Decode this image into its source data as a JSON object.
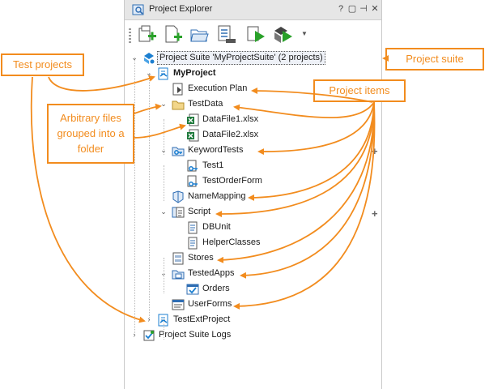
{
  "window": {
    "title": "Project Explorer",
    "controls": [
      "?",
      "▢",
      "⊣",
      "✕"
    ]
  },
  "toolbar": {
    "buttons": [
      {
        "name": "add-new-item",
        "icon": "project-add-icon"
      },
      {
        "name": "add-new-project",
        "icon": "document-add-icon"
      },
      {
        "name": "add-existing-project",
        "icon": "folder-open-icon"
      },
      {
        "name": "project-properties",
        "icon": "list-icon"
      },
      {
        "name": "run-project",
        "icon": "run-icon"
      },
      {
        "name": "run-suite",
        "icon": "run-suite-icon"
      }
    ]
  },
  "tree": [
    {
      "label": "Project Suite 'MyProjectSuite' (2 projects)",
      "level": 0,
      "toggle": "⌄",
      "icon": "project-suite-icon",
      "selected": true
    },
    {
      "label": "MyProject",
      "level": 1,
      "toggle": "⌄",
      "icon": "project-icon",
      "bold": true
    },
    {
      "label": "Execution Plan",
      "level": 2,
      "toggle": "",
      "icon": "execution-plan-icon"
    },
    {
      "label": "TestData",
      "level": 2,
      "toggle": "⌄",
      "icon": "folder-icon"
    },
    {
      "label": "DataFile1.xlsx",
      "level": 3,
      "toggle": "",
      "icon": "excel-file-icon"
    },
    {
      "label": "DataFile2.xlsx",
      "level": 3,
      "toggle": "",
      "icon": "excel-file-icon"
    },
    {
      "label": "KeywordTests",
      "level": 2,
      "toggle": "⌄",
      "icon": "keyword-tests-icon"
    },
    {
      "label": "Test1",
      "level": 3,
      "toggle": "",
      "icon": "keyword-test-icon"
    },
    {
      "label": "TestOrderForm",
      "level": 3,
      "toggle": "",
      "icon": "keyword-test-icon"
    },
    {
      "label": "NameMapping",
      "level": 2,
      "toggle": "",
      "icon": "name-mapping-icon"
    },
    {
      "label": "Script",
      "level": 2,
      "toggle": "⌄",
      "icon": "script-icon"
    },
    {
      "label": "DBUnit",
      "level": 3,
      "toggle": "",
      "icon": "script-unit-icon"
    },
    {
      "label": "HelperClasses",
      "level": 3,
      "toggle": "",
      "icon": "script-unit-icon"
    },
    {
      "label": "Stores",
      "level": 2,
      "toggle": "",
      "icon": "stores-icon"
    },
    {
      "label": "TestedApps",
      "level": 2,
      "toggle": "⌄",
      "icon": "tested-apps-icon"
    },
    {
      "label": "Orders",
      "level": 3,
      "toggle": "",
      "icon": "tested-app-icon"
    },
    {
      "label": "UserForms",
      "level": 2,
      "toggle": "",
      "icon": "user-forms-icon"
    },
    {
      "label": "TestExtProject",
      "level": 1,
      "toggle": "›",
      "icon": "project-icon"
    },
    {
      "label": "Project Suite Logs",
      "level": 0,
      "toggle": "›",
      "icon": "logs-icon"
    }
  ],
  "side_plus": [
    "+",
    "+"
  ],
  "callouts": {
    "test_projects": "Test projects",
    "arbitrary_files": "Arbitrary files grouped into a folder",
    "project_suite": "Project suite",
    "project_items": "Project items"
  },
  "colors": {
    "accent": "#f28c1e",
    "icon_blue": "#1c7fd0",
    "icon_green": "#2aa12a",
    "folder_yellow": "#e9c15a",
    "selection_bg": "#eef1f7"
  }
}
